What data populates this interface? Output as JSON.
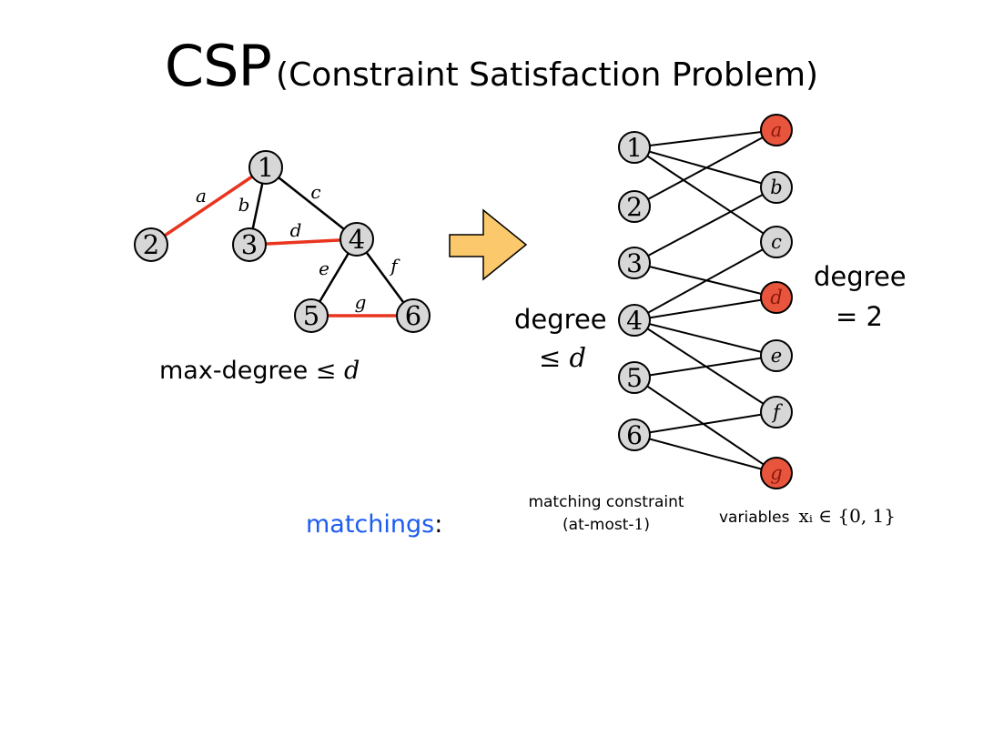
{
  "title": {
    "main": "CSP",
    "sub": "(Constraint Satisfaction Problem)"
  },
  "colors": {
    "highlight_edge": "#e8351f",
    "highlight_node": "#e8553c",
    "node_fill": "#d7d7d7",
    "arrow_fill": "#fbc96c",
    "accent_text": "#1d5cf0"
  },
  "left_graph": {
    "vertices": [
      "1",
      "2",
      "3",
      "4",
      "5",
      "6"
    ],
    "edges": [
      {
        "label": "a",
        "from": "1",
        "to": "2",
        "in_matching": true
      },
      {
        "label": "b",
        "from": "1",
        "to": "3",
        "in_matching": false
      },
      {
        "label": "c",
        "from": "1",
        "to": "4",
        "in_matching": false
      },
      {
        "label": "d",
        "from": "3",
        "to": "4",
        "in_matching": true
      },
      {
        "label": "e",
        "from": "4",
        "to": "5",
        "in_matching": false
      },
      {
        "label": "f",
        "from": "4",
        "to": "6",
        "in_matching": false
      },
      {
        "label": "g",
        "from": "5",
        "to": "6",
        "in_matching": true
      }
    ],
    "caption_text": "max-degree",
    "caption_math": "≤ d"
  },
  "bipartite": {
    "left_nodes": [
      "1",
      "2",
      "3",
      "4",
      "5",
      "6"
    ],
    "right_nodes": [
      {
        "label": "a",
        "selected": true
      },
      {
        "label": "b",
        "selected": false
      },
      {
        "label": "c",
        "selected": false
      },
      {
        "label": "d",
        "selected": true
      },
      {
        "label": "e",
        "selected": false
      },
      {
        "label": "f",
        "selected": false
      },
      {
        "label": "g",
        "selected": true
      }
    ],
    "edges": [
      [
        "1",
        "a"
      ],
      [
        "1",
        "b"
      ],
      [
        "1",
        "c"
      ],
      [
        "2",
        "a"
      ],
      [
        "3",
        "b"
      ],
      [
        "3",
        "d"
      ],
      [
        "4",
        "c"
      ],
      [
        "4",
        "d"
      ],
      [
        "4",
        "e"
      ],
      [
        "4",
        "f"
      ],
      [
        "5",
        "e"
      ],
      [
        "5",
        "g"
      ],
      [
        "6",
        "f"
      ],
      [
        "6",
        "g"
      ]
    ]
  },
  "labels": {
    "left_degree_word": "degree",
    "left_degree_math": "≤ d",
    "right_degree_word": "degree",
    "right_degree_math": "= 2",
    "matchings_word": "matchings",
    "matchings_colon": ":",
    "constraint_line1": "matching constraint",
    "constraint_line2_prefix": "(at-most-",
    "constraint_line2_num": "1",
    "constraint_line2_suffix": ")",
    "variables_word": "variables",
    "variables_math": "xᵢ ∈ {0, 1}"
  }
}
